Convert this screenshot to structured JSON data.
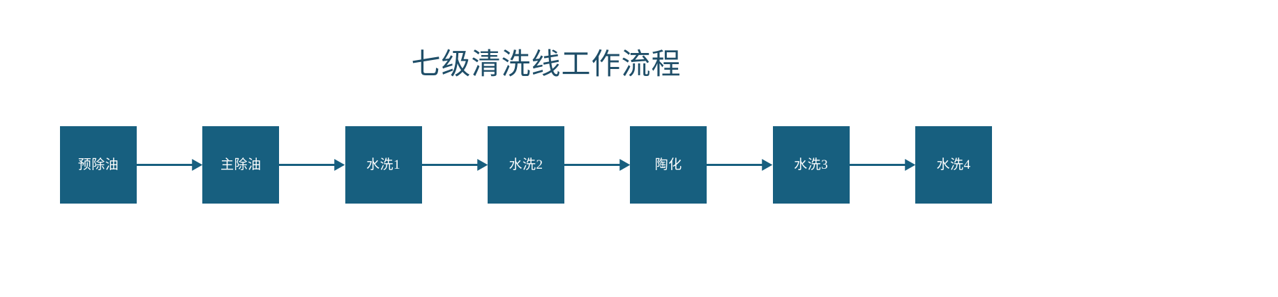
{
  "diagram": {
    "title": "七级清洗线工作流程",
    "title_color": "#1f4e68",
    "box_fill_color": "#175f7f",
    "box_label_color": "#ffffff",
    "arrow_color": "#175f7f",
    "background_color": "#ffffff",
    "type": "linear-process-flow",
    "step_count": 7,
    "steps": [
      {
        "index": 1,
        "label": "预除油"
      },
      {
        "index": 2,
        "label": "主除油"
      },
      {
        "index": 3,
        "label": "水洗1"
      },
      {
        "index": 4,
        "label": "水洗2"
      },
      {
        "index": 5,
        "label": "陶化"
      },
      {
        "index": 6,
        "label": "水洗3"
      },
      {
        "index": 7,
        "label": "水洗4"
      }
    ],
    "connectors": [
      {
        "from": "预除油",
        "to": "主除油",
        "style": "solid-arrow-right"
      },
      {
        "from": "主除油",
        "to": "水洗1",
        "style": "solid-arrow-right"
      },
      {
        "from": "水洗1",
        "to": "水洗2",
        "style": "solid-arrow-right"
      },
      {
        "from": "水洗2",
        "to": "陶化",
        "style": "solid-arrow-right"
      },
      {
        "from": "陶化",
        "to": "水洗3",
        "style": "solid-arrow-right"
      },
      {
        "from": "水洗3",
        "to": "水洗4",
        "style": "solid-arrow-right"
      }
    ]
  }
}
